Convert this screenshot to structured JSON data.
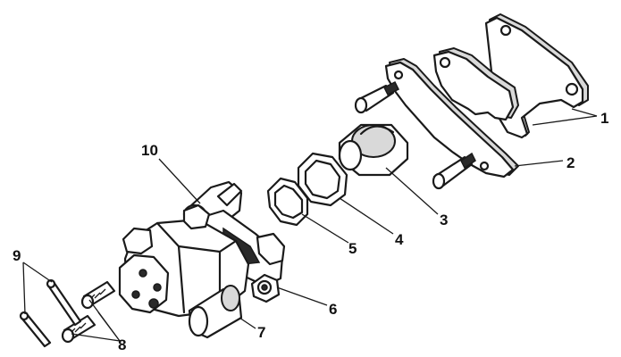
{
  "labels": {
    "p1": "1",
    "p2": "2",
    "p3": "3",
    "p4": "4",
    "p5": "5",
    "p6": "6",
    "p7": "7",
    "p8": "8",
    "p9": "9",
    "p10": "10"
  }
}
